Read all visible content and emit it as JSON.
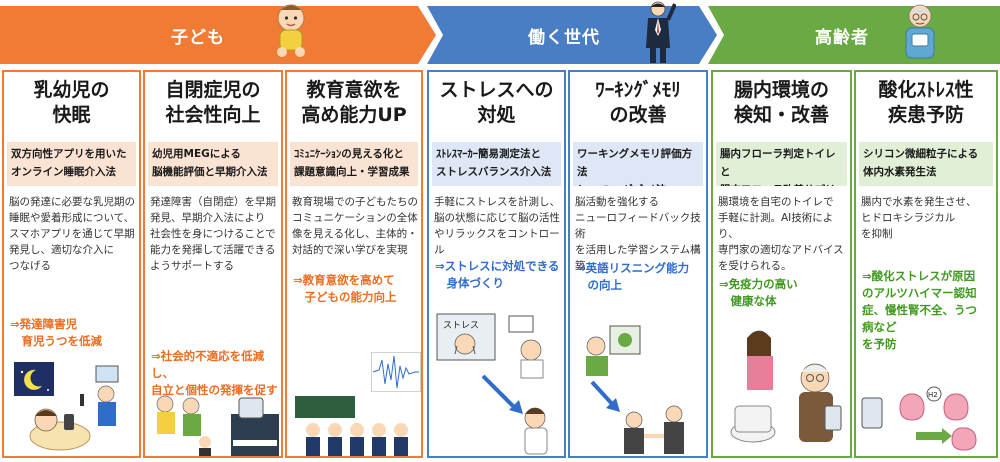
{
  "header": {
    "children": "子ども",
    "working": "働く世代",
    "elderly": "高齢者"
  },
  "colors": {
    "children": "#ef7b35",
    "working": "#4a7ec4",
    "elderly": "#6aaa45"
  },
  "cards": [
    {
      "title": "乳幼児の\n快眠",
      "method": "双方向性アプリを用いた\nオンライン睡眠介入法",
      "description": "脳の発達に必要な乳児期の\n睡眠や愛着形成について、\nスマホアプリを通じて早期\n発見し、適切な介入に\nつなげる",
      "result": "⇒発達障害児\n　育児うつを低減"
    },
    {
      "title": "自閉症児の\n社会性向上",
      "method": "幼児用MEGによる\n脳機能評価と早期介入法",
      "description": "発達障害（自閉症）を早期\n発見、早期介入法により\n社会性を身につけることで\n能力を発揮して活躍できる\nようサポートする",
      "result": "⇒社会的不適応を低減し、\n自立と個性の発揮を促す"
    },
    {
      "title": "教育意欲を\n高め能力UP",
      "method": "ｺﾐｭﾆｹｰｼｮﾝの見える化と\n課題意識向上・学習成果",
      "description": "教育現場での子どもたちの\nコミュニケーションの全体\n像を見える化し、主体的・\n対話的で深い学びを実現",
      "result": "⇒教育意欲を高めて\n　子どもの能力向上"
    },
    {
      "title": "ストレスへの\n対処",
      "method": "ｽﾄﾚｽﾏｰｶｰ簡易測定法と\nストレスバランス介入法",
      "description": "手軽にストレスを計測し、\n脳の状態に応じて脳の活性\nやリラックスをコントロール",
      "result": "⇒ストレスに対処できる\n　身体づくり"
    },
    {
      "title": "ﾜｰｷﾝｸﾞﾒﾓﾘ\nの改善",
      "method": "ワーキングメモリ評価方法\nとﾆｭｰﾛﾌｨｰﾄﾞﾊﾞｯｸ法",
      "description": "脳活動を強化する\nニューロフィードバック技術\nを活用した学習システム構築",
      "result": "⇒英語リスニング能力\n　の向上"
    },
    {
      "title": "腸内環境の\n検知・改善",
      "method": "腸内フローラ判定トイレと\n腸内フローラ改善サプリ",
      "description": "腸環境を自宅のトイレで\n手軽に計測。AI技術により、\n専門家の適切なアドバイス\nを受けられる。",
      "result": "⇒免疫力の高い\n　健康な体"
    },
    {
      "title": "酸化ｽﾄﾚｽ性\n疾患予防",
      "method": "シリコン微細粒子による\n体内水素発生法",
      "description": "腸内で水素を発生させ、\nヒドロキシラジカル\nを抑制",
      "result": "⇒酸化ストレスが原因\nのアルツハイマー認知\n症、慢性腎不全、うつ\n病など\nを予防"
    },
    {
      "illustrations": {
        "stress_board": "ストレス",
        "h2": "H2"
      }
    }
  ]
}
